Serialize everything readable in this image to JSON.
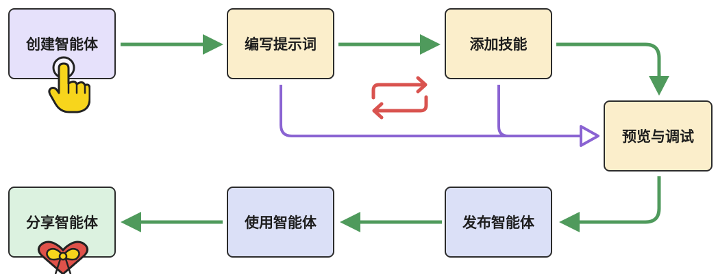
{
  "diagram": {
    "nodes": [
      {
        "id": "create",
        "label": "创建智能体",
        "fill": "#e6e1fb"
      },
      {
        "id": "prompt",
        "label": "编写提示词",
        "fill": "#fbeecb"
      },
      {
        "id": "skills",
        "label": "添加技能",
        "fill": "#fbeecb"
      },
      {
        "id": "preview",
        "label": "预览与调试",
        "fill": "#fbeecb"
      },
      {
        "id": "publish",
        "label": "发布智能体",
        "fill": "#dbe0f7"
      },
      {
        "id": "use",
        "label": "使用智能体",
        "fill": "#dbe0f7"
      },
      {
        "id": "share",
        "label": "分享智能体",
        "fill": "#dcf2e0"
      }
    ],
    "edges": [
      {
        "from": "create",
        "to": "prompt",
        "color": "#4f9a5c"
      },
      {
        "from": "prompt",
        "to": "skills",
        "color": "#4f9a5c"
      },
      {
        "from": "skills",
        "to": "preview",
        "color": "#4f9a5c"
      },
      {
        "from": "prompt",
        "to": "preview",
        "color": "#8a63d2"
      },
      {
        "from": "skills",
        "to": "preview",
        "color": "#8a63d2"
      },
      {
        "from": "preview",
        "to": "publish",
        "color": "#4f9a5c"
      },
      {
        "from": "publish",
        "to": "use",
        "color": "#4f9a5c"
      },
      {
        "from": "use",
        "to": "share",
        "color": "#4f9a5c"
      }
    ],
    "icons": [
      "pointing-hand-icon",
      "cycle-arrows-icon",
      "heart-gift-icon"
    ],
    "colors": {
      "flow": "#4f9a5c",
      "feedback": "#8a63d2",
      "cycle": "#d9534f",
      "hand": "#f7d51c"
    }
  }
}
